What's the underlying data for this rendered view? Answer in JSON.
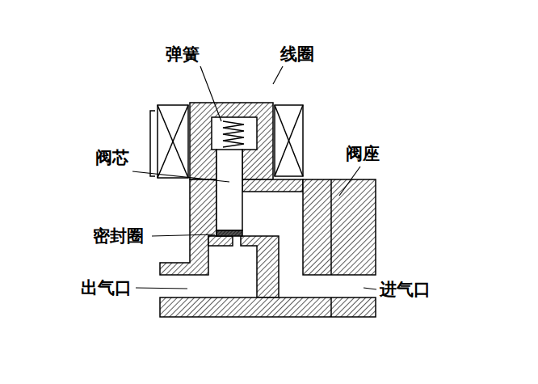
{
  "diagram": {
    "labels": [
      "弹簧",
      "线圈",
      "阀芯",
      "阀座",
      "密封圈",
      "出气口",
      "进气口"
    ]
  }
}
